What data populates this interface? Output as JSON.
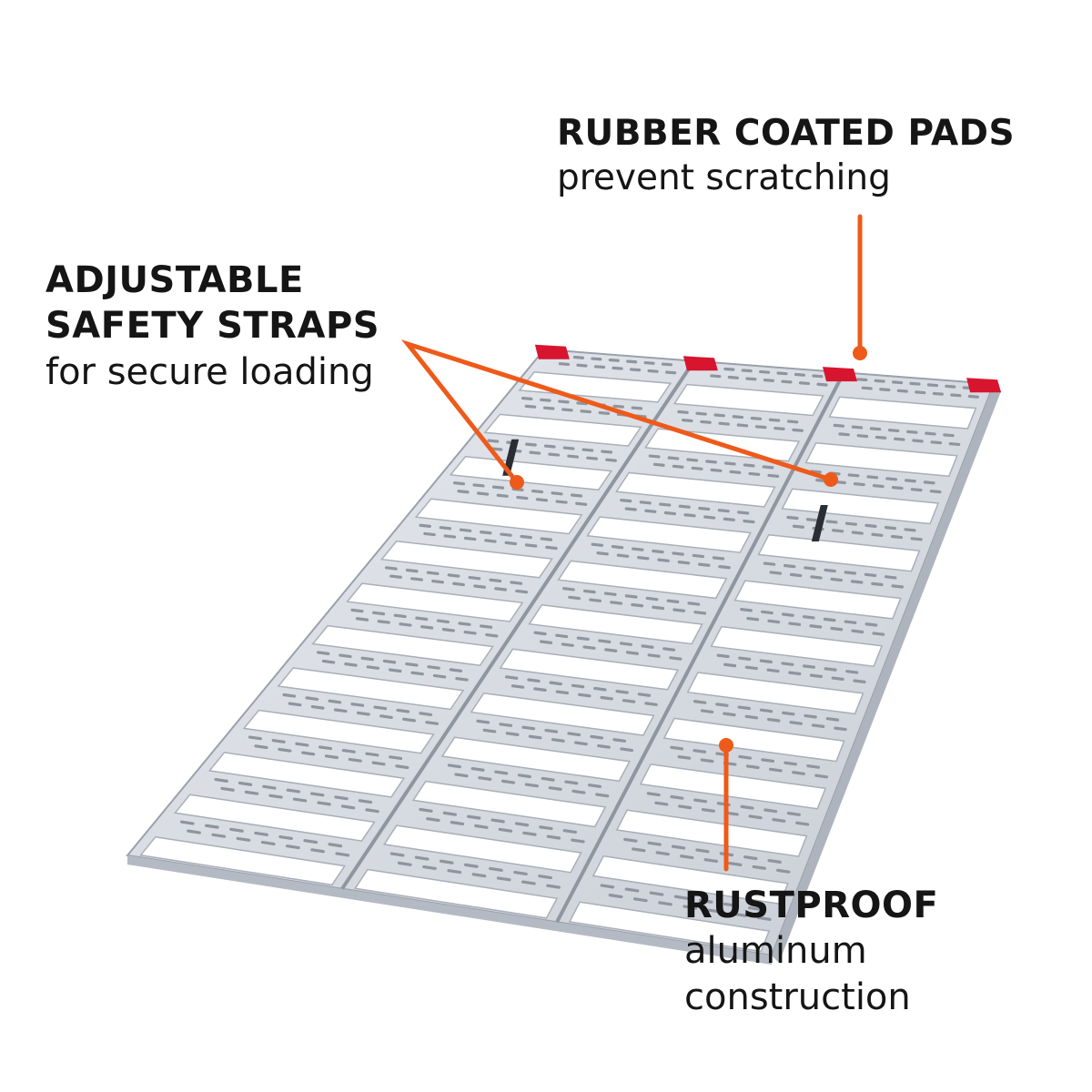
{
  "image": {
    "subject": "Tri-fold aluminum loading ramp product diagram",
    "background_color": "#ffffff",
    "accent_color": "#ee5a1a",
    "ramp_color": "#d7dbe1",
    "pad_color": "#d8152f"
  },
  "callouts": {
    "pads": {
      "heading": "RUBBER COATED PADS",
      "lines": [
        "prevent scratching"
      ]
    },
    "straps": {
      "heading_lines": [
        "ADJUSTABLE",
        "SAFETY STRAPS"
      ],
      "lines": [
        "for secure loading"
      ]
    },
    "rust": {
      "heading": "RUSTPROOF",
      "lines": [
        "aluminum",
        "construction"
      ]
    }
  }
}
